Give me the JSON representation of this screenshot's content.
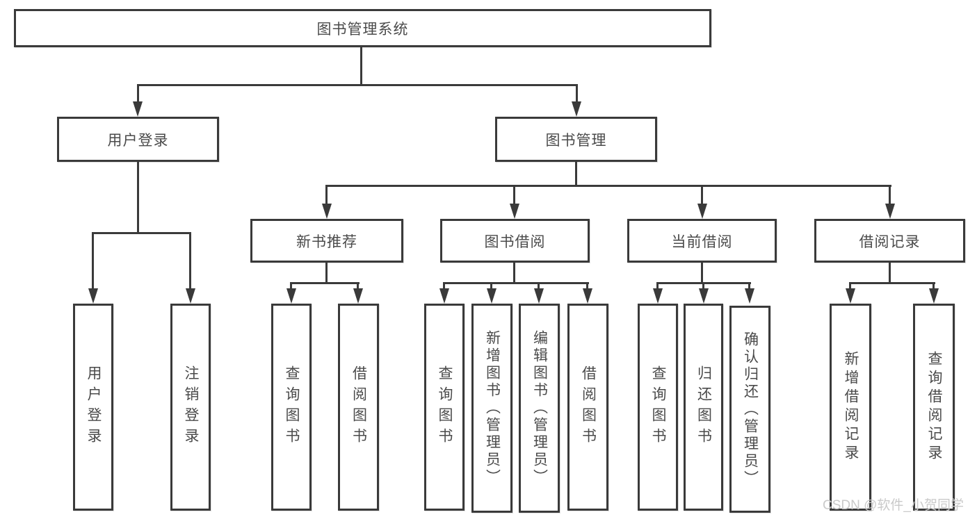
{
  "diagram": {
    "root": {
      "label": "图书管理系统"
    },
    "level2": {
      "user_login": {
        "label": "用户登录"
      },
      "book_management": {
        "label": "图书管理"
      }
    },
    "level3": {
      "new_book": {
        "label": "新书推荐"
      },
      "borrow": {
        "label": "图书借阅"
      },
      "current": {
        "label": "当前借阅"
      },
      "records": {
        "label": "借阅记录"
      }
    },
    "leaves": {
      "user_login": [
        "用户登录",
        "注销登录"
      ],
      "new_book": [
        "查询图书",
        "借阅图书"
      ],
      "borrow": [
        "查询图书",
        "新增图书（管理员）",
        "编辑图书（管理员）",
        "借阅图书"
      ],
      "current": [
        "查询图书",
        "归还图书",
        "确认归还（管理员）"
      ],
      "records": [
        "新增借阅记录",
        "查询借阅记录"
      ]
    },
    "watermark": "CSDN @软件_小贺同学",
    "colors": {
      "line": "#3a3a3a",
      "text": "#4a4a4a",
      "watermark": "#cacaca",
      "background": "#ffffff"
    }
  }
}
